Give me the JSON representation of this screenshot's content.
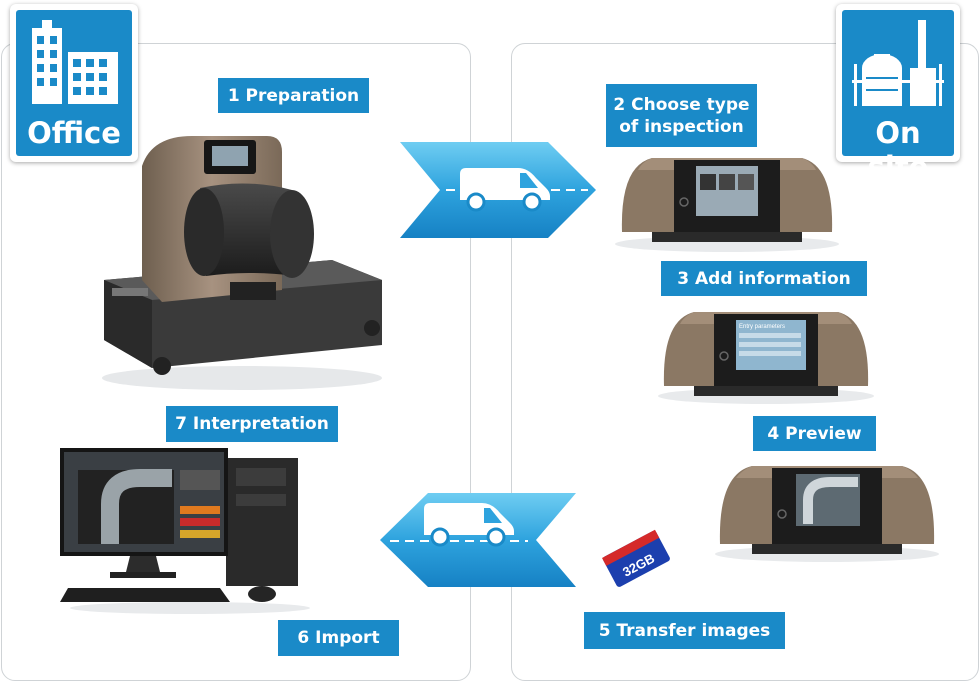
{
  "locations": {
    "office": {
      "label": "Office",
      "icon": "office-building-icon"
    },
    "site": {
      "label": "On site",
      "icon": "industrial-plant-icon"
    }
  },
  "steps": [
    {
      "number": 1,
      "label": "1 Preparation"
    },
    {
      "number": 2,
      "label_line1": "2 Choose type",
      "label_line2": "of inspection"
    },
    {
      "number": 3,
      "label": "3 Add information"
    },
    {
      "number": 4,
      "label": "4 Preview"
    },
    {
      "number": 5,
      "label": "5 Transfer images"
    },
    {
      "number": 6,
      "label": "6 Import"
    },
    {
      "number": 7,
      "label": "7 Interpretation"
    }
  ],
  "sd_card": {
    "capacity": "32GB"
  },
  "device_screen": {
    "title": "Entry parameters"
  },
  "colors": {
    "accent": "#1a8ac8",
    "arrow_light": "#59c3ef",
    "device": "#8b7864",
    "panel_border": "#cfd3d6"
  }
}
